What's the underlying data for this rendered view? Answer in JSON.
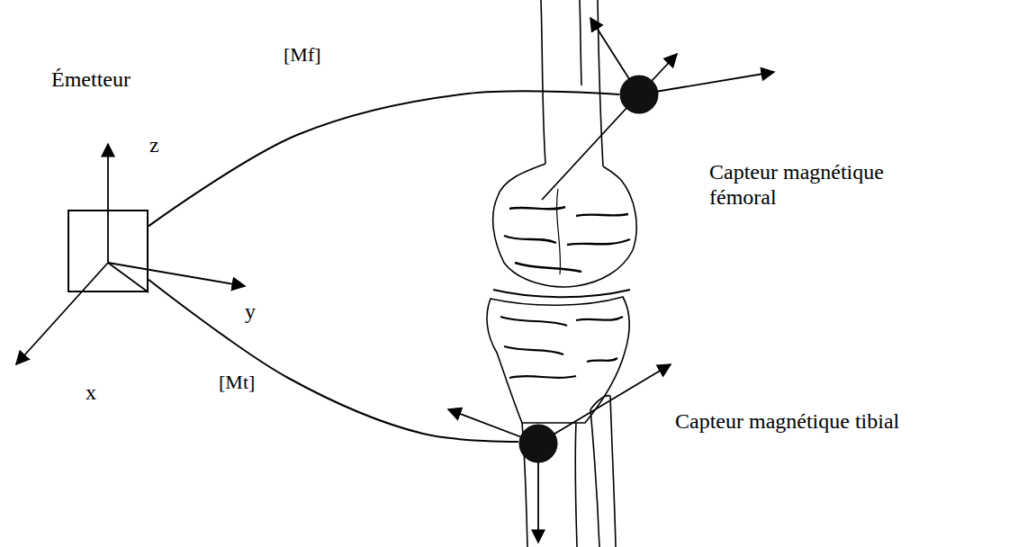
{
  "diagram": {
    "nodes": [
      {
        "text": [
          "Émetteur"
        ]
      },
      {
        "text": [
          "Capteur magnétique fémoral"
        ]
      },
      {
        "text": [
          "Capteur magnétique tibial"
        ]
      }
    ],
    "edges": [
      {
        "from": 0,
        "to": 1,
        "arrow": "none",
        "label": "[Mf]"
      },
      {
        "from": 0,
        "to": 2,
        "arrow": "none",
        "label": "[Mt]"
      }
    ],
    "labels": [
      "z",
      "y",
      "x"
    ]
  }
}
